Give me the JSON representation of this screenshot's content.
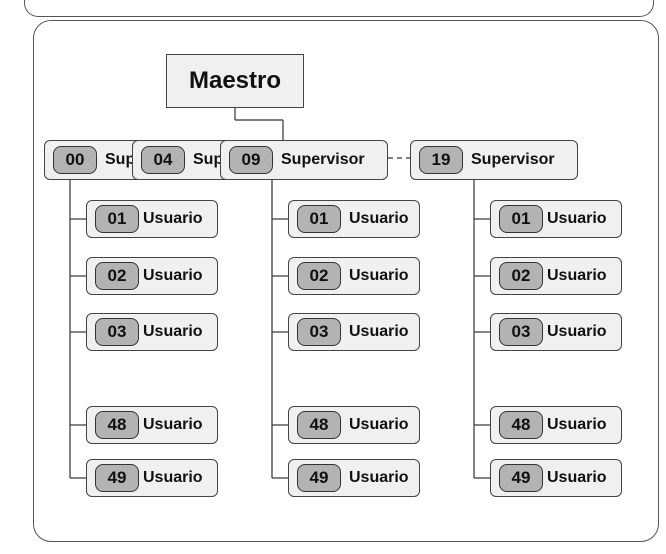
{
  "master": {
    "label": "Maestro"
  },
  "supervisors": [
    {
      "num": "00",
      "label": "Supervisor"
    },
    {
      "num": "04",
      "label": "Supervisor"
    },
    {
      "num": "09",
      "label": "Supervisor"
    },
    {
      "num": "19",
      "label": "Supervisor"
    }
  ],
  "users": [
    {
      "num": "01",
      "label": "Usuario"
    },
    {
      "num": "02",
      "label": "Usuario"
    },
    {
      "num": "03",
      "label": "Usuario"
    },
    {
      "num": "48",
      "label": "Usuario"
    },
    {
      "num": "49",
      "label": "Usuario"
    }
  ]
}
